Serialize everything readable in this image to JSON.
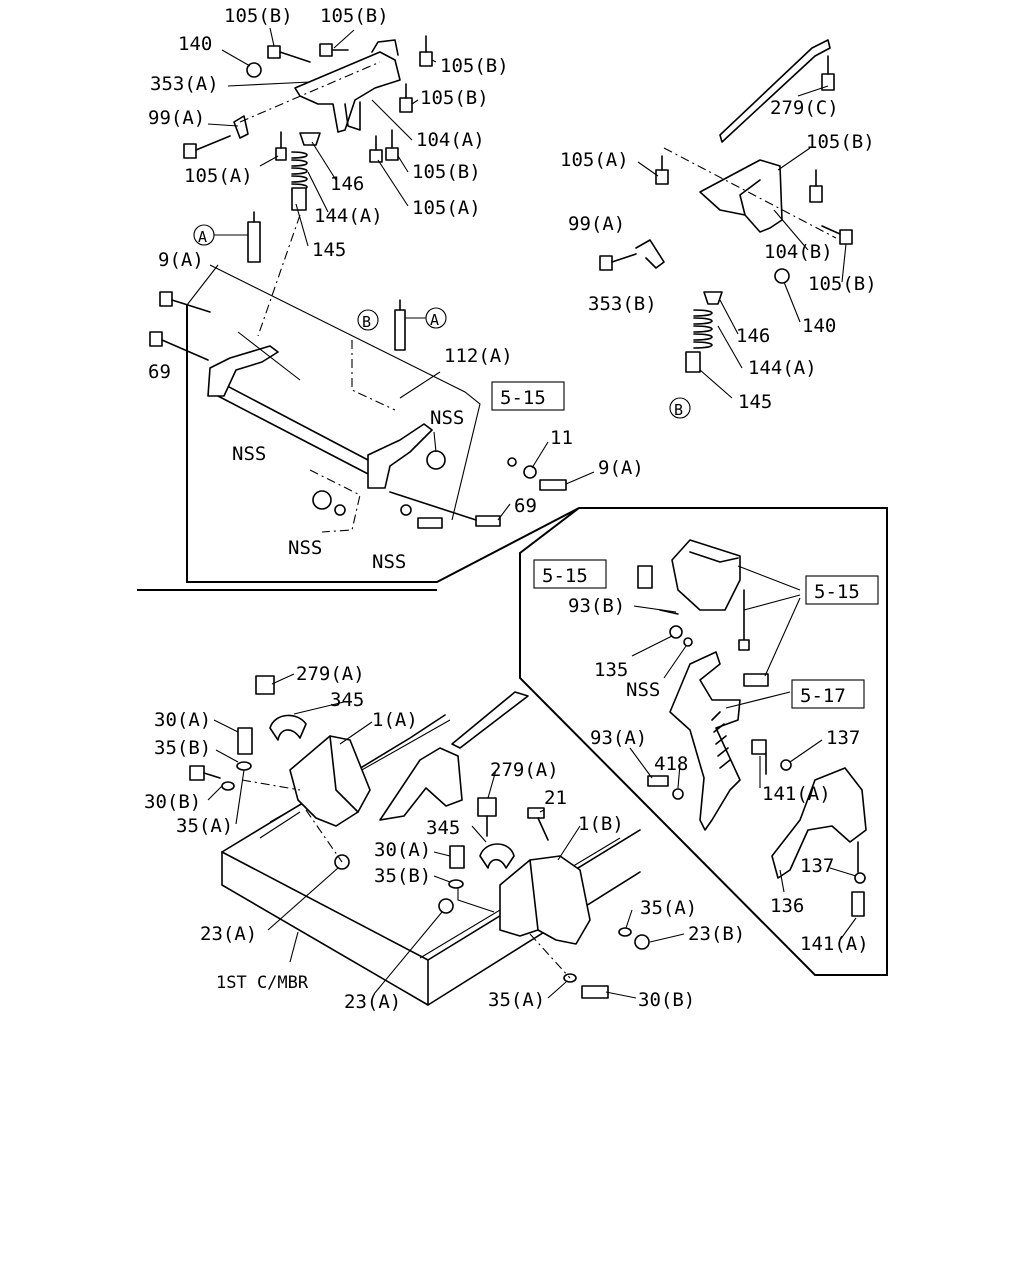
{
  "callouts": [
    {
      "id": "c1",
      "text": "105(B)"
    },
    {
      "id": "c2",
      "text": "105(B)"
    },
    {
      "id": "c3",
      "text": "140"
    },
    {
      "id": "c4",
      "text": "105(B)"
    },
    {
      "id": "c5",
      "text": "353(A)"
    },
    {
      "id": "c6",
      "text": "105(B)"
    },
    {
      "id": "c7",
      "text": "99(A)"
    },
    {
      "id": "c8",
      "text": "104(A)"
    },
    {
      "id": "c9",
      "text": "105(A)"
    },
    {
      "id": "c10",
      "text": "105(B)"
    },
    {
      "id": "c11",
      "text": "146"
    },
    {
      "id": "c12",
      "text": "105(A)"
    },
    {
      "id": "c13",
      "text": "144(A)"
    },
    {
      "id": "c14",
      "text": "145"
    },
    {
      "id": "c15",
      "text": "9(A)"
    },
    {
      "id": "c16",
      "text": "69"
    },
    {
      "id": "c17",
      "text": "112(A)"
    },
    {
      "id": "c18",
      "text": "NSS"
    },
    {
      "id": "c19",
      "text": "NSS"
    },
    {
      "id": "c20",
      "text": "11"
    },
    {
      "id": "c21",
      "text": "9(A)"
    },
    {
      "id": "c22",
      "text": "69"
    },
    {
      "id": "c23",
      "text": "NSS"
    },
    {
      "id": "c24",
      "text": "NSS"
    },
    {
      "id": "c25",
      "text": "279(C)"
    },
    {
      "id": "c26",
      "text": "105(A)"
    },
    {
      "id": "c27",
      "text": "105(B)"
    },
    {
      "id": "c28",
      "text": "99(A)"
    },
    {
      "id": "c29",
      "text": "104(B)"
    },
    {
      "id": "c30",
      "text": "105(B)"
    },
    {
      "id": "c31",
      "text": "353(B)"
    },
    {
      "id": "c32",
      "text": "146"
    },
    {
      "id": "c33",
      "text": "140"
    },
    {
      "id": "c34",
      "text": "144(A)"
    },
    {
      "id": "c35",
      "text": "145"
    },
    {
      "id": "c36",
      "text": "93(B)"
    },
    {
      "id": "c37",
      "text": "135"
    },
    {
      "id": "c38",
      "text": "NSS"
    },
    {
      "id": "c39",
      "text": "93(A)"
    },
    {
      "id": "c40",
      "text": "418"
    },
    {
      "id": "c41",
      "text": "137"
    },
    {
      "id": "c42",
      "text": "141(A)"
    },
    {
      "id": "c43",
      "text": "137"
    },
    {
      "id": "c44",
      "text": "136"
    },
    {
      "id": "c45",
      "text": "141(A)"
    },
    {
      "id": "c46",
      "text": "279(A)"
    },
    {
      "id": "c47",
      "text": "345"
    },
    {
      "id": "c48",
      "text": "30(A)"
    },
    {
      "id": "c49",
      "text": "1(A)"
    },
    {
      "id": "c50",
      "text": "35(B)"
    },
    {
      "id": "c51",
      "text": "30(B)"
    },
    {
      "id": "c52",
      "text": "35(A)"
    },
    {
      "id": "c53",
      "text": "279(A)"
    },
    {
      "id": "c54",
      "text": "21"
    },
    {
      "id": "c55",
      "text": "345"
    },
    {
      "id": "c56",
      "text": "1(B)"
    },
    {
      "id": "c57",
      "text": "30(A)"
    },
    {
      "id": "c58",
      "text": "35(B)"
    },
    {
      "id": "c59",
      "text": "35(A)"
    },
    {
      "id": "c60",
      "text": "23(B)"
    },
    {
      "id": "c61",
      "text": "23(A)"
    },
    {
      "id": "c62",
      "text": "1ST C/MBR"
    },
    {
      "id": "c63",
      "text": "23(A)"
    },
    {
      "id": "c64",
      "text": "35(A)"
    },
    {
      "id": "c65",
      "text": "30(B)"
    }
  ],
  "references": [
    {
      "id": "r1",
      "text": "5-15"
    },
    {
      "id": "r2",
      "text": "5-15"
    },
    {
      "id": "r3",
      "text": "5-15"
    },
    {
      "id": "r4",
      "text": "5-17"
    }
  ],
  "circle_markers": [
    {
      "id": "m1",
      "text": "A"
    },
    {
      "id": "m2",
      "text": "B"
    },
    {
      "id": "m3",
      "text": "A"
    },
    {
      "id": "m4",
      "text": "B"
    }
  ]
}
